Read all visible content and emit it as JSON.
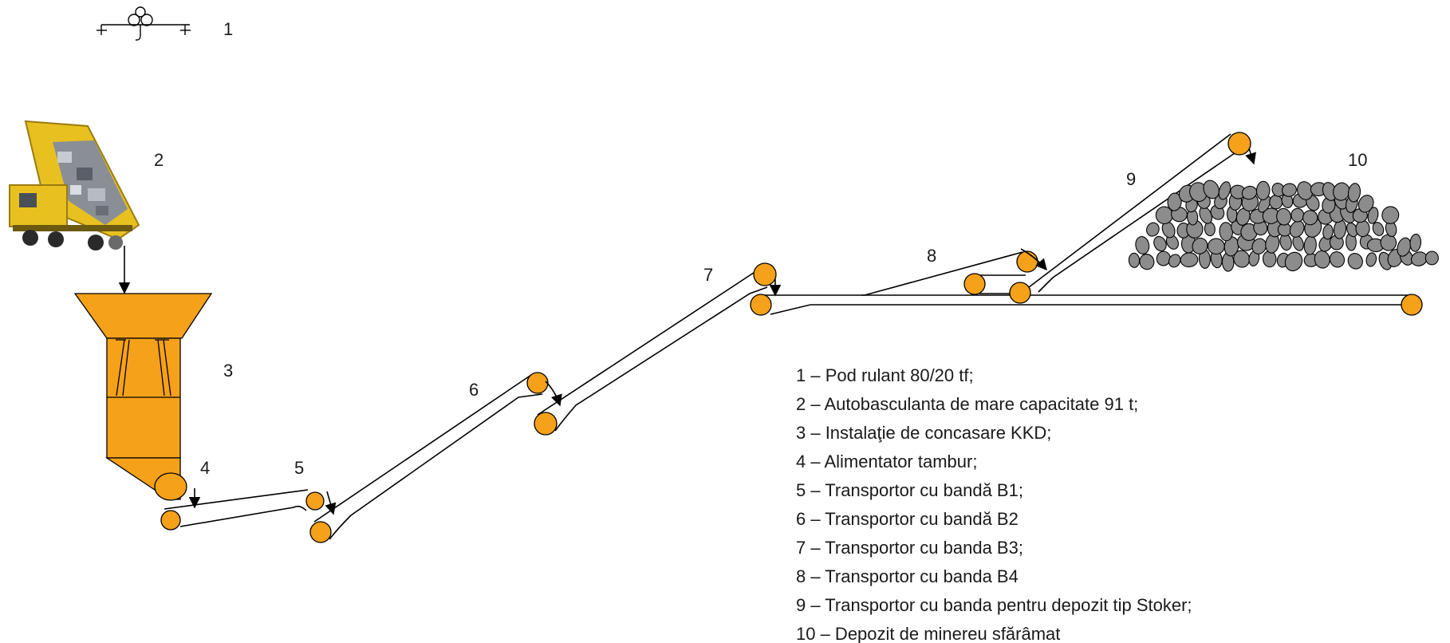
{
  "labels": [
    "1",
    "2",
    "3",
    "4",
    "5",
    "6",
    "7",
    "8",
    "9",
    "10"
  ],
  "legend": [
    "1 – Pod rulant 80/20 tf;",
    "2 – Autobasculanta de mare capacitate 91 t;",
    "3 – Instalaţie de concasare KKD;",
    "4 – Alimentator tambur;",
    "5 – Transportor cu bandă B1;",
    "6 – Transportor cu bandă B2",
    "7 – Transportor cu banda B3;",
    "8 – Transportor cu banda B4",
    "9 – Transportor cu banda pentru depozit tip Stoker;",
    "10 – Depozit de minereu sfărâmat"
  ],
  "colors": {
    "equipment": "#f6a11a",
    "truck": "#e8c020",
    "rock": "#8c8c8c",
    "line": "#000000"
  },
  "icons": [
    "crane-icon",
    "dump-truck-icon",
    "ore-pile-icon"
  ]
}
